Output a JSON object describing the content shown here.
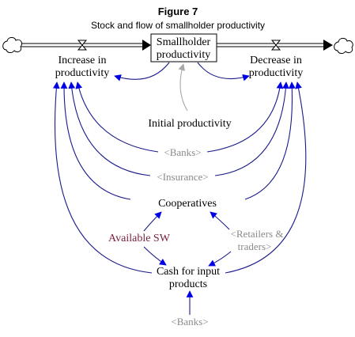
{
  "figure": {
    "title": "Figure 7",
    "subtitle": "Stock and flow of smallholder productivity"
  },
  "stock": {
    "line1": "Smallholder",
    "line2": "productivity"
  },
  "flows": {
    "increase": {
      "line1": "Increase in",
      "line2": "productivity"
    },
    "decrease": {
      "line1": "Decrease in",
      "line2": "productivity"
    }
  },
  "variables": {
    "initial": "Initial productivity",
    "banks_shadow": "<Banks>",
    "insurance_shadow": "<Insurance>",
    "cooperatives": "Cooperatives",
    "available_sw": "Available SW",
    "retailers_line1": "<Retailers &",
    "retailers_line2": "traders>",
    "cash_line1": "Cash for input",
    "cash_line2": "products",
    "banks_bottom": "<Banks>"
  },
  "colors": {
    "link": "#1a1a8c",
    "shadow_text": "#8a8a8a",
    "available_sw": "#7a1f3d"
  },
  "icons": {
    "source": "cloud-icon",
    "sink": "cloud-icon",
    "valves": "valve-icon"
  }
}
